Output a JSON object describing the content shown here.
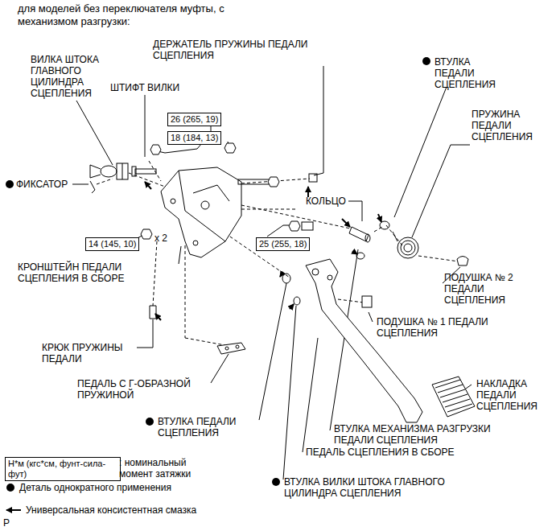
{
  "diagram": {
    "title": "для моделей без переключателя муфты, с механизмом разгрузки:",
    "nodes": [
      {
        "text": [
          "26 (265, 19)"
        ]
      },
      {
        "text": [
          "18 (184, 13)"
        ]
      },
      {
        "text": [
          "14 (145, 10)"
        ]
      },
      {
        "text": [
          "25 (255, 18)"
        ]
      },
      {
        "text": [
          "Н*м (кгс*см, фунт-сила-фут)"
        ]
      }
    ],
    "labels": [
      "ВИЛКА ШТОКА ГЛАВНОГО ЦИЛИНДРА СЦЕПЛЕНИЯ",
      "ШТИФТ ВИЛКИ",
      "ДЕРЖАТЕЛЬ ПРУЖИНЫ ПЕДАЛИ СЦЕПЛЕНИЯ",
      "ВТУЛКА ПЕДАЛИ СЦЕПЛЕНИЯ",
      "ПРУЖИНА ПЕДАЛИ СЦЕПЛЕНИЯ",
      "ФИКСАТОР",
      "КОЛЬЦО",
      "x 2",
      "КРОНШТЕЙН ПЕДАЛИ СЦЕПЛЕНИЯ В СБОРЕ",
      "ПОДУШКА № 2 ПЕДАЛИ СЦЕПЛЕНИЯ",
      "ПОДУШКА № 1 ПЕДАЛИ СЦЕПЛЕНИЯ",
      "КРЮК ПРУЖИНЫ ПЕДАЛИ",
      "ПЕДАЛЬ С Г-ОБРАЗНОЙ ПРУЖИНОЙ",
      "НАКЛАДКА ПЕДАЛИ СЦЕПЛЕНИЯ",
      "ВТУЛКА ПЕДАЛИ СЦЕПЛЕНИЯ",
      "ВТУЛКА МЕХАНИЗМА РАЗГРУЗКИ ПЕДАЛИ СЦЕПЛЕНИЯ",
      "ПЕДАЛЬ СЦЕПЛЕНИЯ В СБОРЕ",
      ": номинальный момент затяжки",
      "ВТУЛКА ВИЛКИ ШТОКА ГЛАВНОГО ЦИЛИНДРА СЦЕПЛЕНИЯ",
      "P"
    ],
    "legend": [
      {
        "text": "Деталь однократного применения"
      },
      {
        "text": "Универсальная консистентная смазка"
      }
    ]
  }
}
